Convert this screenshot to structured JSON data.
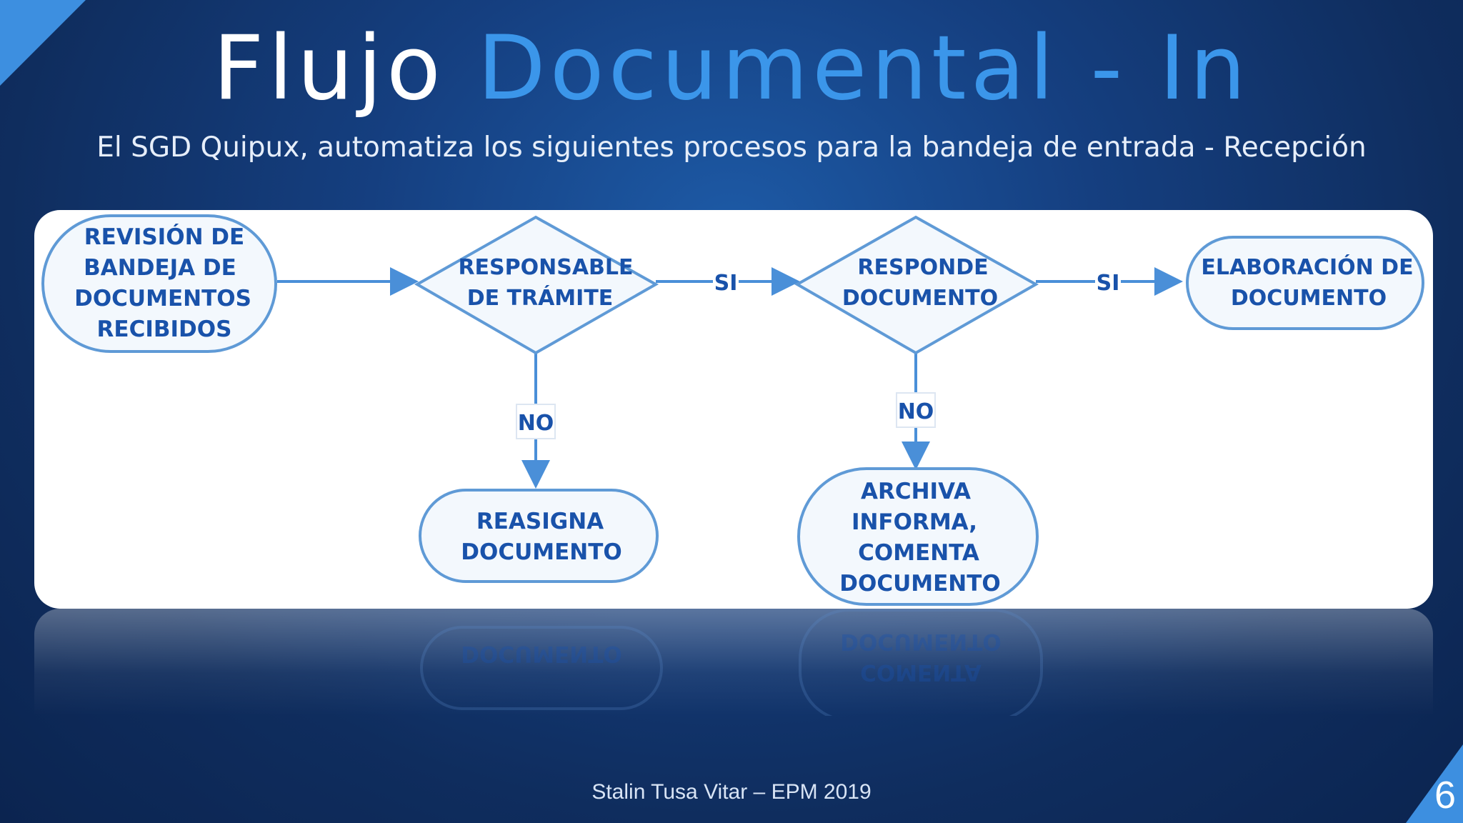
{
  "slide": {
    "title_plain": "Flujo",
    "title_accent": "Documental - In",
    "subtitle": "El SGD Quipux, automatiza los siguientes procesos para la bandeja de entrada - Recepción",
    "footer": "Stalin Tusa Vitar – EPM 2019",
    "page_number": "6",
    "colors": {
      "accent": "#3b96ea",
      "node_text": "#1952aa",
      "node_stroke": "#5f9ad6",
      "connector": "#4a8fd8"
    }
  },
  "diagram": {
    "nodes": {
      "revision": {
        "lines": [
          "REVISIÓN DE",
          "BANDEJA DE",
          "DOCUMENTOS",
          "RECIBIDOS"
        ]
      },
      "responsable": {
        "lines": [
          "RESPONSABLE",
          "DE TRÁMITE"
        ]
      },
      "responde": {
        "lines": [
          "RESPONDE",
          "DOCUMENTO"
        ]
      },
      "elaboracion": {
        "lines": [
          "ELABORACIÓN DE",
          "DOCUMENTO"
        ]
      },
      "reasigna": {
        "lines": [
          "REASIGNA",
          "DOCUMENTO"
        ]
      },
      "archiva": {
        "lines": [
          "ARCHIVA",
          "INFORMA,",
          "COMENTA",
          "DOCUMENTO"
        ]
      }
    },
    "edges": {
      "si_1": "SI",
      "si_2": "SI",
      "no_1": "NO",
      "no_2": "NO"
    }
  }
}
